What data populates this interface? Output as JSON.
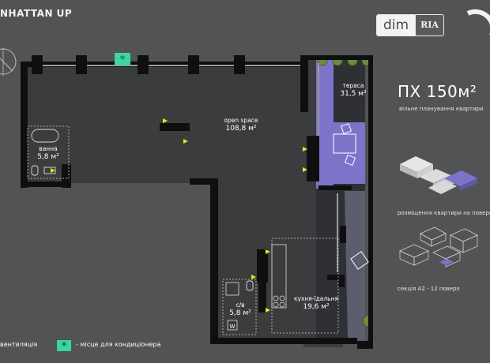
{
  "header": {
    "project_name": "NHATTAN UP",
    "logo_left": "dim",
    "logo_right": "RIA"
  },
  "rooms": {
    "terrace": {
      "label": "тераса",
      "area": "31,5 м²"
    },
    "open_space": {
      "label": "open space",
      "area": "108,8 м²"
    },
    "bathroom": {
      "label": "ванна",
      "area": "5,8 м²"
    },
    "wc": {
      "label": "с/в",
      "area": "5,8 м²"
    },
    "kitchen": {
      "label": "кухня-їдальня",
      "area": "19,6 м²"
    }
  },
  "info": {
    "title": "ПХ 150м²",
    "subtitle": "вільне планування квартири",
    "floor_caption": "розміщення квартири на поверсі",
    "section_caption": "секція А2 - 12 поверх"
  },
  "legend": {
    "ventilation": "вентиляція",
    "ac_symbol": "*",
    "ac_text": "- місце для кондиціонера"
  },
  "plan_markers": {
    "ac_symbol": "*",
    "wm_label": "W"
  },
  "colors": {
    "background": "#525355",
    "terrace": "#7d74c9",
    "wall": "#0f0f10",
    "accent_green": "#3ed6a0",
    "marker_yellow": "#d4f21a"
  }
}
